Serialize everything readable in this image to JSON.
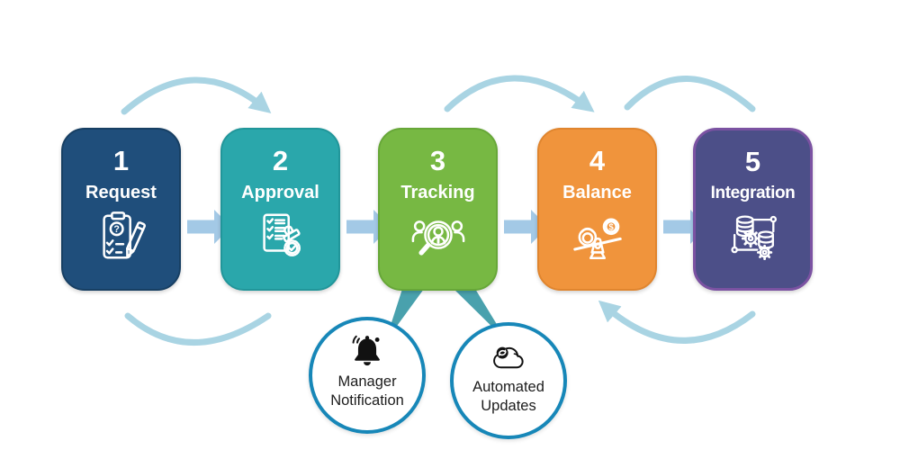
{
  "diagram": {
    "type": "process-flow",
    "steps": [
      {
        "number": "1",
        "label": "Request",
        "icon": "request-clipboard-icon",
        "color": "#1F4E7B"
      },
      {
        "number": "2",
        "label": "Approval",
        "icon": "approval-stamp-icon",
        "color": "#2AA7AB"
      },
      {
        "number": "3",
        "label": "Tracking",
        "icon": "tracking-magnifier-icon",
        "color": "#77B843"
      },
      {
        "number": "4",
        "label": "Balance",
        "icon": "balance-scale-icon",
        "color": "#F0943C"
      },
      {
        "number": "5",
        "label": "Integration",
        "icon": "integration-database-icon",
        "color": "#4C4F88",
        "border_color": "#7B52A2"
      }
    ],
    "callouts": [
      {
        "line1": "Manager",
        "line2": "Notification",
        "icon": "bell-icon"
      },
      {
        "line1": "Automated",
        "line2": "Updates",
        "icon": "cloud-sync-icon"
      }
    ],
    "icon_glyphs": {
      "question_mark": "?",
      "dollar": "$"
    },
    "colors": {
      "arrow_light_blue": "#A9D4E3",
      "straight_arrow_blue": "#A3C9E6",
      "connector_teal": "#49A1AD",
      "callout_border_blue": "#1787B8",
      "icon_black": "#111111",
      "step_text": "#FFFFFF",
      "background": "#FFFFFF"
    }
  }
}
